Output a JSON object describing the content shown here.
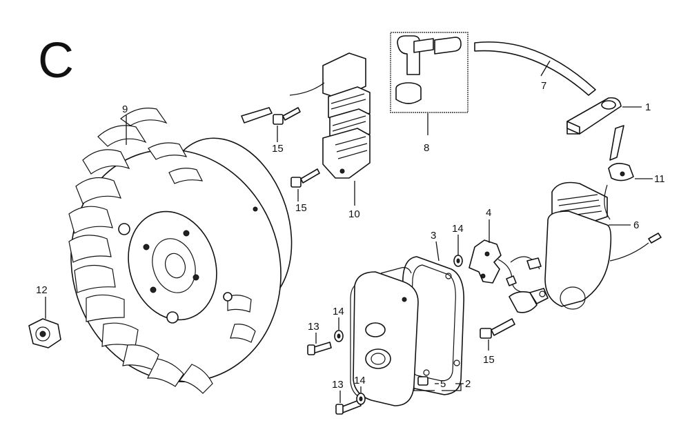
{
  "section_letter": "C",
  "callouts": {
    "c1": "1",
    "c2": "2",
    "c3": "3",
    "c4": "4",
    "c5": "5",
    "c6": "6",
    "c7": "7",
    "c8": "8",
    "c9": "9",
    "c10": "10",
    "c11": "11",
    "c12": "12",
    "c13a": "13",
    "c13b": "13",
    "c14a": "14",
    "c14b": "14",
    "c14c": "14",
    "c15a": "15",
    "c15b": "15",
    "c15c": "15"
  }
}
